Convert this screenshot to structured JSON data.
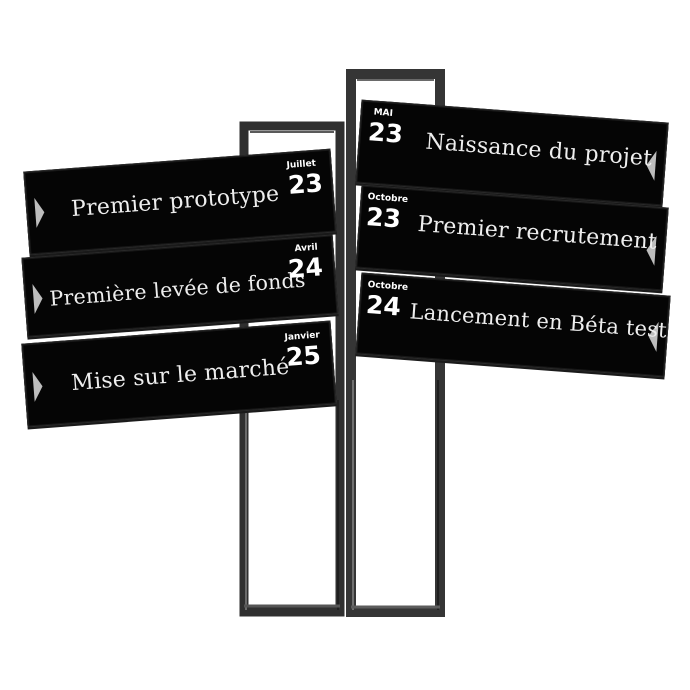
{
  "signs_left": [
    {
      "title": "Premier prototype",
      "month": "Juillet",
      "year": "23"
    },
    {
      "title": "Première levée de fonds",
      "month": "Avril",
      "year": "24"
    },
    {
      "title": "Mise sur le marché",
      "month": "Janvier",
      "year": "25"
    }
  ],
  "signs_right": [
    {
      "title": "Naissance du projet",
      "month": "MAI",
      "year": "23"
    },
    {
      "title": "Premier recrutement",
      "month": "Octobre",
      "year": "23"
    },
    {
      "title": "Lancement en Béta test",
      "month": "Octobre",
      "year": "24"
    }
  ],
  "colors": {
    "sign_background": "#050505",
    "post_frame": "#3c3c3c",
    "text": "#f2f2f2"
  },
  "icons": {
    "left_sign_arrow": "triangle-right-icon",
    "right_sign_arrow": "triangle-left-icon"
  }
}
